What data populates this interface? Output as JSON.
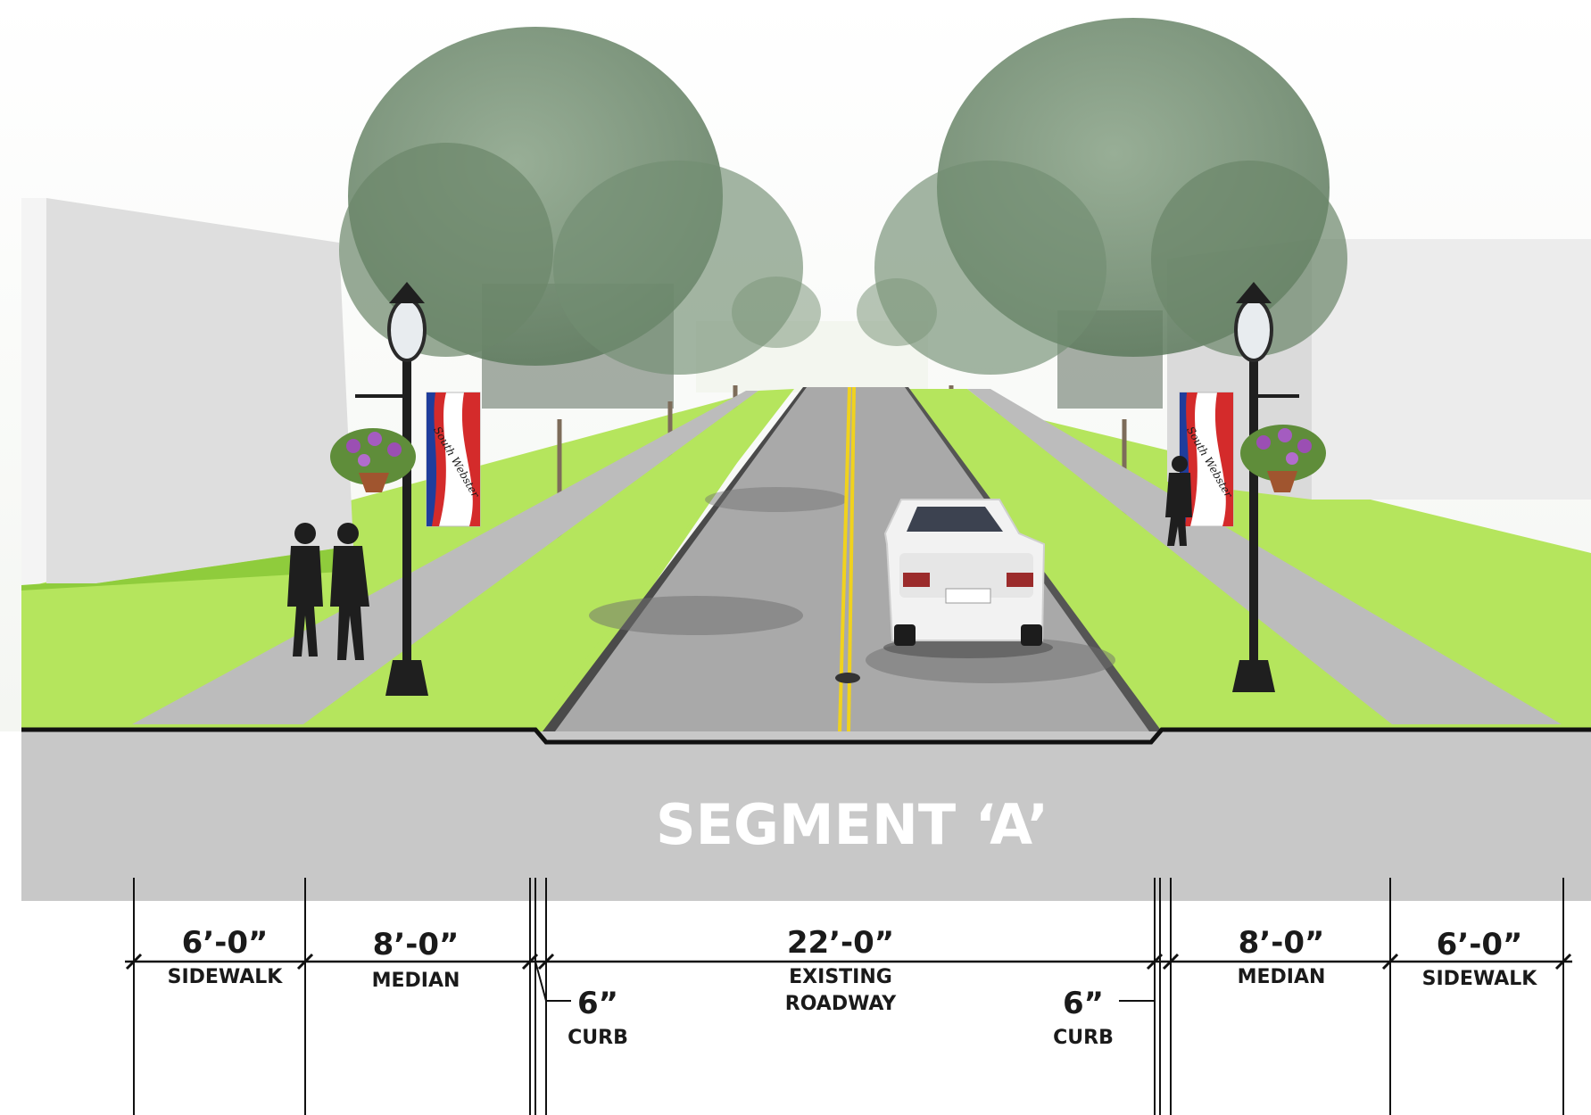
{
  "section": {
    "title": "SEGMENT ‘A’"
  },
  "banners": {
    "text": "South Webster"
  },
  "dimensions": {
    "left_sidewalk": {
      "value": "6’-0”",
      "label": "SIDEWALK"
    },
    "left_median": {
      "value": "8’-0”",
      "label": "MEDIAN"
    },
    "left_curb": {
      "value": "6”",
      "label": "CURB"
    },
    "roadway": {
      "value": "22’-0”",
      "label_line1": "EXISTING",
      "label_line2": "ROADWAY"
    },
    "right_curb": {
      "value": "6”",
      "label": "CURB"
    },
    "right_median": {
      "value": "8’-0”",
      "label": "MEDIAN"
    },
    "right_sidewalk": {
      "value": "6’-0”",
      "label": "SIDEWALK"
    }
  },
  "colors": {
    "grass": "#b5e55d",
    "grass_dark": "#8fcc3c",
    "sidewalk": "#bcbcbc",
    "road": "#a9a9a9",
    "section_band": "#c8c8c8",
    "centerline": "#f0d21e",
    "building": "#e4e4e4",
    "tree": "#6f8a6e",
    "banner_red": "#d42b2b",
    "banner_blue": "#1f3d9c"
  }
}
